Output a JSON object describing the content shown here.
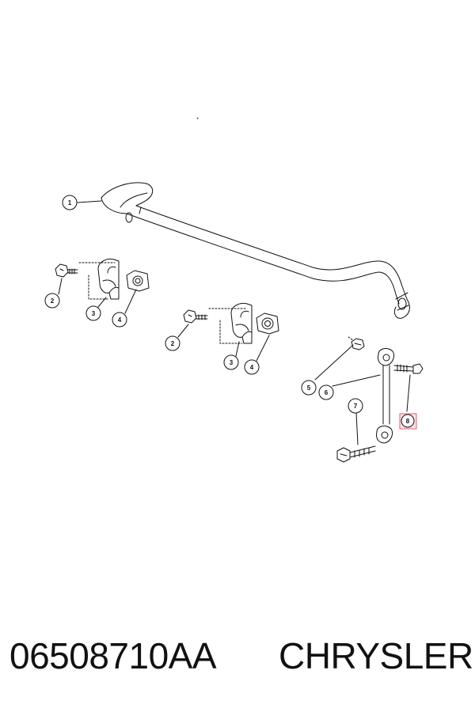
{
  "callouts": [
    {
      "id": "c1",
      "label": "1"
    },
    {
      "id": "c2a",
      "label": "2"
    },
    {
      "id": "c3a",
      "label": "3"
    },
    {
      "id": "c4a",
      "label": "4"
    },
    {
      "id": "c2b",
      "label": "2"
    },
    {
      "id": "c3b",
      "label": "3"
    },
    {
      "id": "c4b",
      "label": "4"
    },
    {
      "id": "c5",
      "label": "5"
    },
    {
      "id": "c6",
      "label": "6"
    },
    {
      "id": "c7",
      "label": "7"
    },
    {
      "id": "c8",
      "label": "8",
      "highlight": true
    }
  ],
  "highlight_color": "#e06070",
  "footer": {
    "part_number": "06508710AA",
    "brand": "CHRYSLER"
  }
}
